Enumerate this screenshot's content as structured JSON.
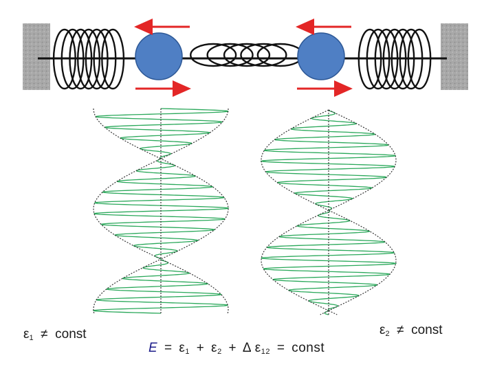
{
  "labels": {
    "eps1": {
      "symbol": "ε",
      "sub": "1",
      "relation": "≠",
      "value": "const"
    },
    "eps2": {
      "symbol": "ε",
      "sub": "2",
      "relation": "≠",
      "value": "const"
    },
    "energy": {
      "lhs": "E",
      "eq": "=",
      "t1_symbol": "ε",
      "t1_sub": "1",
      "plus1": "+",
      "t2_symbol": "ε",
      "t2_sub": "2",
      "plus2": "+",
      "t3_symbol": "Δ ε",
      "t3_sub": "12",
      "eq2": "=",
      "rhs": "const"
    }
  },
  "colors": {
    "arrow": "#e32626",
    "ball": "#4f7fc4",
    "ball_outline": "#2d5896",
    "spring": "#111111",
    "wall": "#9a9a9a",
    "oscillation": "#2aa85a",
    "envelope": "#333333"
  }
}
